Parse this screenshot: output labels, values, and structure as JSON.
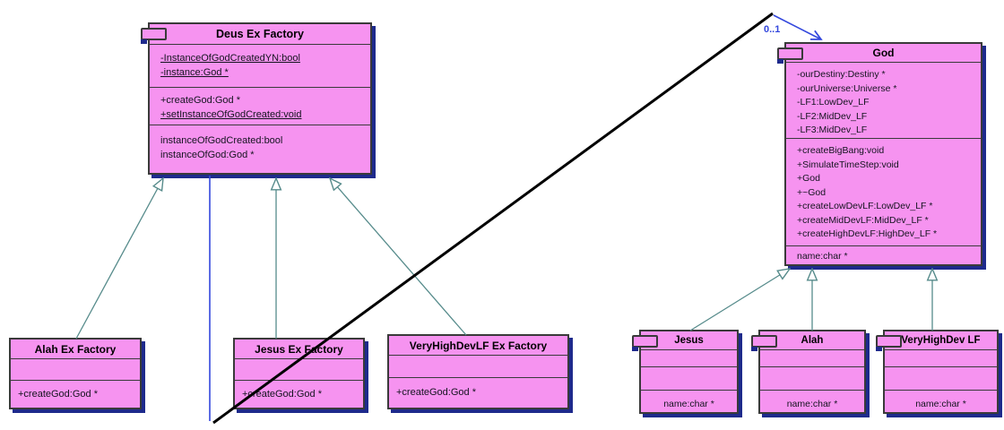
{
  "diagram": {
    "type": "uml-class-diagram",
    "classes": [
      {
        "name": "Deus Ex Factory",
        "attributes": [
          "-InstanceOfGodCreatedYN:bool",
          "-instance:God *"
        ],
        "operations": [
          "+createGod:God *",
          "+setInstanceOfGodCreated:void"
        ],
        "extras": [
          "instanceOfGodCreated:bool",
          "instanceOfGod:God *"
        ]
      },
      {
        "name": "God",
        "attributes": [
          "-ourDestiny:Destiny *",
          "-ourUniverse:Universe *",
          "-LF1:LowDev_LF",
          "-LF2:MidDev_LF",
          "-LF3:MidDev_LF"
        ],
        "operations": [
          "+createBigBang:void",
          "+SimulateTimeStep:void",
          "+God",
          "+~God",
          "+createLowDevLF:LowDev_LF *",
          "+createMidDevLF:MidDev_LF *",
          "+createHighDevLF:HighDev_LF *"
        ],
        "extras": [
          "name:char *"
        ]
      },
      {
        "name": "Alah Ex Factory",
        "operations": [
          "+createGod:God *"
        ]
      },
      {
        "name": "Jesus Ex Factory",
        "operations": [
          "+createGod:God *"
        ]
      },
      {
        "name": "VeryHighDevLF Ex Factory",
        "operations": [
          "+createGod:God *"
        ]
      },
      {
        "name": "Jesus",
        "extras": [
          "name:char *"
        ]
      },
      {
        "name": "Alah",
        "extras": [
          "name:char *"
        ]
      },
      {
        "name": "VeryHighDev LF",
        "extras": [
          "name:char *"
        ]
      }
    ],
    "labels": {
      "multiplicity": "0..1"
    },
    "relations": [
      "Alah Ex Factory --|> Deus Ex Factory",
      "Jesus Ex Factory --|> Deus Ex Factory",
      "VeryHighDevLF Ex Factory --|> Deus Ex Factory",
      "Jesus --|> God",
      "Alah --|> God",
      "VeryHighDev LF --|> God",
      "Deus Ex Factory --> God (0..1)"
    ]
  },
  "colors": {
    "box_fill": "#f693f0",
    "box_border": "#3a3a3a",
    "box_shadow": "#1e2a8c",
    "inheritance_line": "#568b8b",
    "association_blue": "#3347dd",
    "association_black": "#000000"
  }
}
